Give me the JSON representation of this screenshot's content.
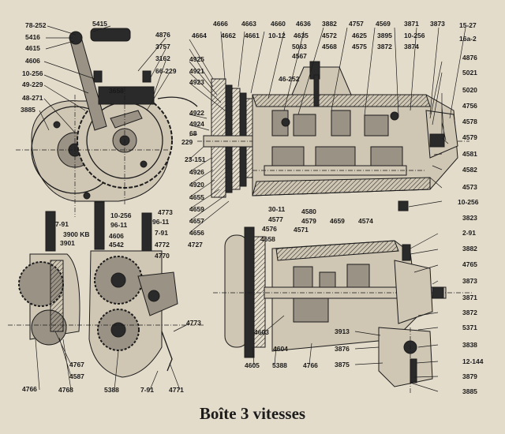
{
  "caption": "Boîte 3 vitesses",
  "labels": {
    "top_left": [
      "78-252",
      "5416",
      "4615",
      "4606",
      "10-256",
      "49-229",
      "48-271",
      "3885"
    ],
    "top_left_mid": [
      "5415",
      "4876",
      "3757",
      "3658",
      "3162",
      "66-229"
    ],
    "left_side_mid": [
      "4925",
      "4921",
      "4923",
      "4922",
      "4924",
      "68",
      "229",
      "23-151",
      "4926",
      "4920",
      "4655",
      "4659",
      "4657",
      "4656"
    ],
    "left_bottom": [
      "10-256",
      "96-11",
      "4773",
      "96-11",
      "7-91",
      "7-91",
      "4606",
      "3900 KB",
      "4542",
      "3901",
      "4772",
      "4770",
      "4727"
    ],
    "top_center": [
      "4666",
      "4663",
      "4660",
      "4636",
      "3882",
      "4757",
      "4569",
      "3871",
      "3873",
      "15-27",
      "4664",
      "4662",
      "4661",
      "10-12",
      "4635",
      "4572",
      "4625",
      "3895",
      "10-256",
      "16a-2",
      "5063",
      "4568",
      "4575",
      "3872",
      "3874",
      "4567",
      "46-252"
    ],
    "right_upper": [
      "4876",
      "5021",
      "5020",
      "4756",
      "4578",
      "4579",
      "4581",
      "4582",
      "4573",
      "10-256",
      "3823"
    ],
    "center_mid": [
      "30-11",
      "4580",
      "4577",
      "4579",
      "4659",
      "4574",
      "4576",
      "4571",
      "4658"
    ],
    "right_lower": [
      "2-91",
      "3882",
      "4765",
      "3873",
      "3871",
      "3872",
      "5371",
      "3838",
      "12-144",
      "3879",
      "3885",
      "3913",
      "3876",
      "3875"
    ],
    "bottom_center": [
      "4603",
      "4604",
      "4605",
      "5388",
      "4766"
    ],
    "bottom_left": [
      "4767",
      "4587",
      "4766",
      "4768",
      "5388",
      "7-91",
      "4771",
      "4773"
    ]
  }
}
